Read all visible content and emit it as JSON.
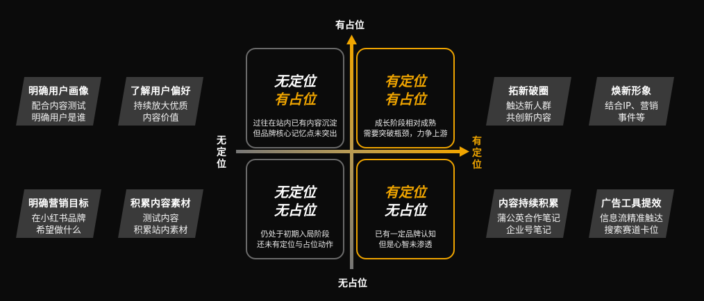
{
  "axes": {
    "top": "有占位",
    "bottom": "无占位",
    "left": [
      "无",
      "定",
      "位"
    ],
    "right": [
      "有",
      "定",
      "位"
    ]
  },
  "quadrants": {
    "tl": {
      "title1": "无定位",
      "title2": "有占位",
      "desc1": "过往在站内已有内容沉淀",
      "desc2": "但品牌核心记忆点未突出"
    },
    "tr": {
      "title1": "有定位",
      "title2": "有占位",
      "desc1": "成长阶段相对成熟",
      "desc2": "需要突破瓶颈，力争上游"
    },
    "bl": {
      "title1": "无定位",
      "title2": "无占位",
      "desc1": "仍处于初期入局阶段",
      "desc2": "还未有定位与占位动作"
    },
    "br": {
      "title1": "有定位",
      "title2": "无占位",
      "desc1": "已有一定品牌认知",
      "desc2": "但是心智未渗透"
    }
  },
  "cards": {
    "left_top_1": {
      "title": "明确用户画像",
      "line1": "配合内容测试",
      "line2": "明确用户是谁"
    },
    "left_top_2": {
      "title": "了解用户偏好",
      "line1": "持续放大优质",
      "line2": "内容价值"
    },
    "left_bottom_1": {
      "title": "明确营销目标",
      "line1": "在小红书品牌",
      "line2": "希望做什么"
    },
    "left_bottom_2": {
      "title": "积累内容素材",
      "line1": "测试内容",
      "line2": "积累站内素材"
    },
    "right_top_1": {
      "title": "拓新破圈",
      "line1": "触达新人群",
      "line2": "共创新内容"
    },
    "right_top_2": {
      "title": "焕新形象",
      "line1": "结合IP、营销",
      "line2": "事件等"
    },
    "right_bottom_1": {
      "title": "内容持续积累",
      "line1": "蒲公英合作笔记",
      "line2": "企业号笔记"
    },
    "right_bottom_2": {
      "title": "广告工具提效",
      "line1": "信息流精准触达",
      "line2": "搜索赛道卡位"
    }
  },
  "colors": {
    "gold": "#f0a500",
    "gray": "#6b6b6b",
    "card": "#3a3a3a",
    "background": "#000000"
  }
}
